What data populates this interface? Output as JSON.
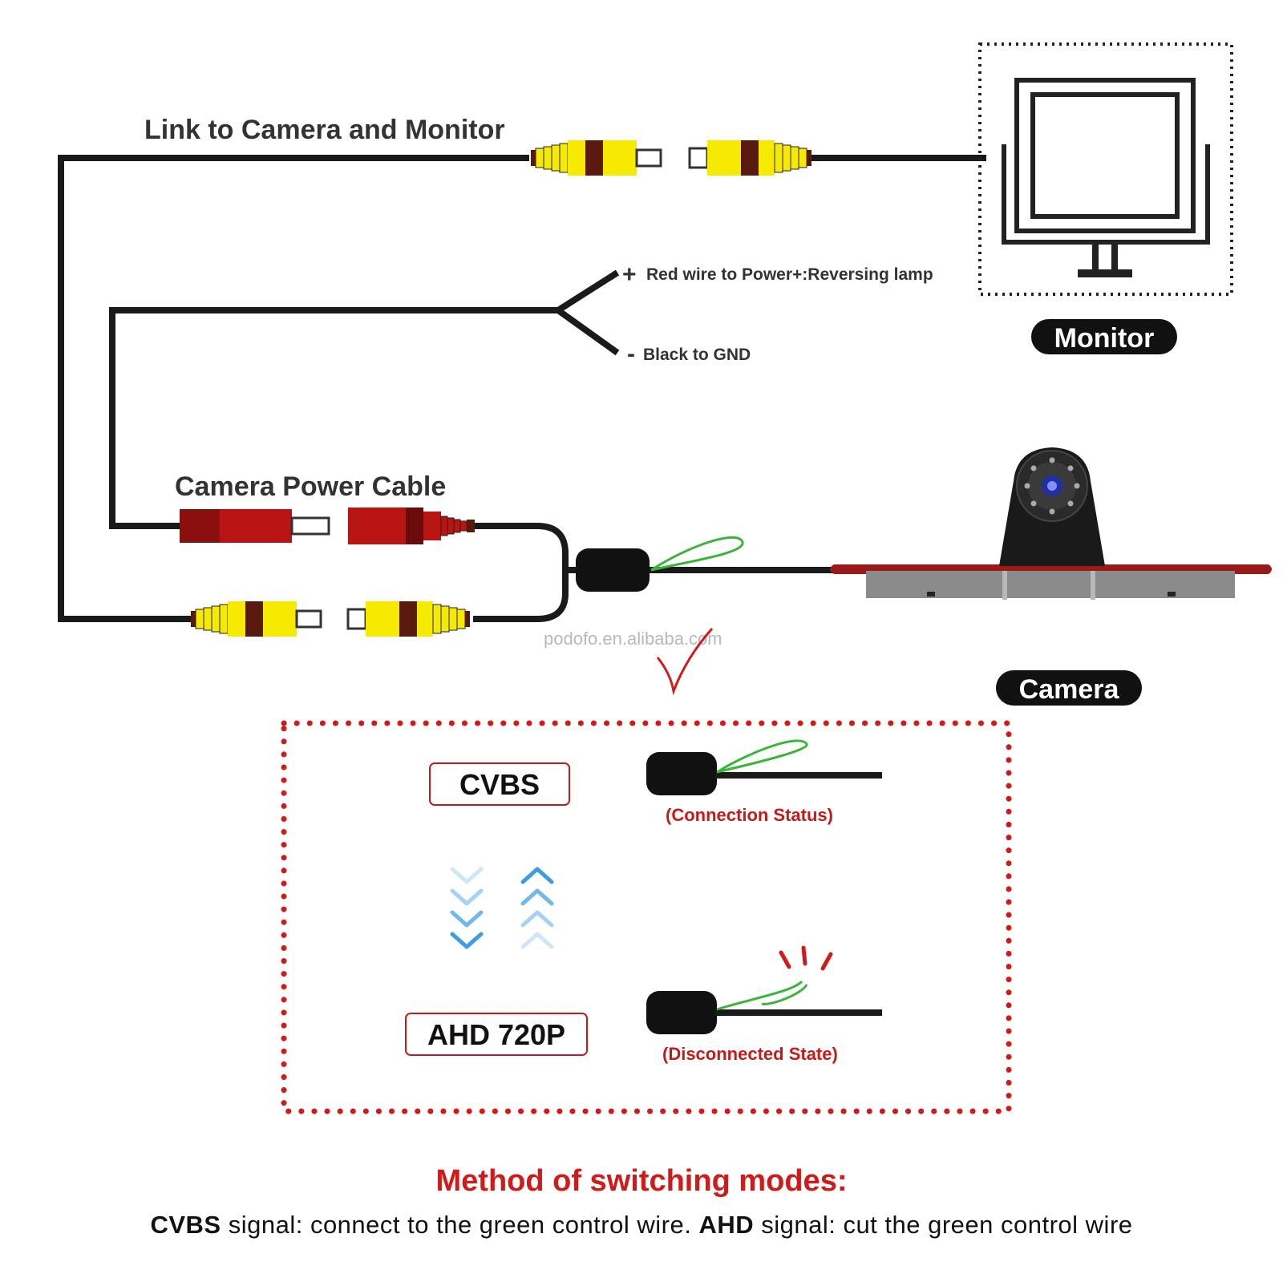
{
  "labels": {
    "link_title": "Link to Camera and Monitor",
    "red_wire": "Red wire to Power+:Reversing lamp",
    "red_sign": "+",
    "black_wire": "Black to GND",
    "black_sign": "-",
    "power_cable": "Camera Power Cable",
    "monitor": "Monitor",
    "camera": "Camera",
    "watermark": "podofo.en.alibaba.com"
  },
  "modes": {
    "cvbs_label": "CVBS",
    "cvbs_status": "(Connection Status)",
    "ahd_label": "AHD 720P",
    "ahd_status": "(Disconnected State)"
  },
  "caption": {
    "title": "Method of switching modes:",
    "cvbs_word": "CVBS",
    "cvbs_text": " signal: connect to the green control wire. ",
    "ahd_word": "AHD",
    "ahd_text": " signal: cut the green control wire"
  },
  "colors": {
    "rca_yellow": "#f5ea00",
    "rca_band": "#5a1a10",
    "power_red": "#b81414",
    "control_wire_green": "#3ab53a",
    "accent_red": "#d11a1a",
    "arrow_blue": "#3a9ee0"
  },
  "icons": [
    "monitor-icon",
    "camera-icon",
    "check-arrow-icon",
    "chevron-down-icon",
    "chevron-up-icon",
    "cut-spark-icon"
  ]
}
